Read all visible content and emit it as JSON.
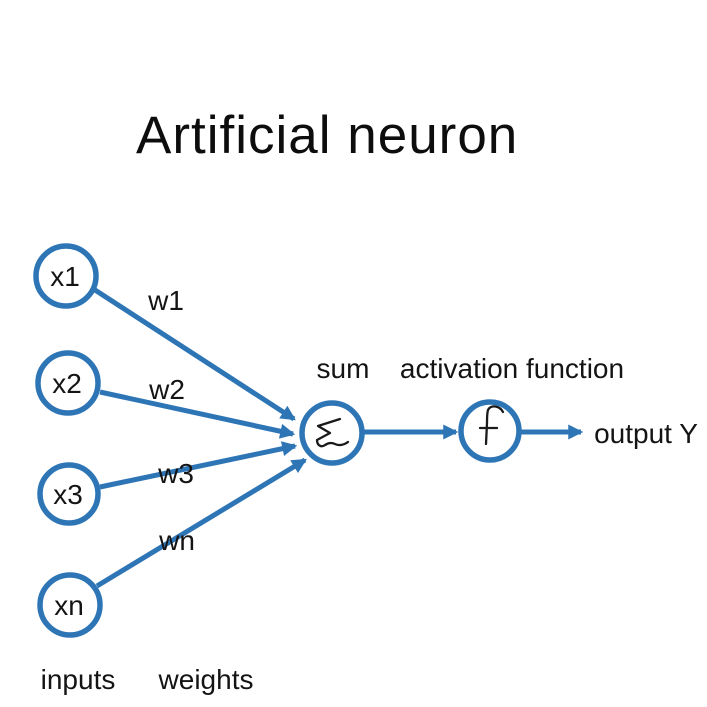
{
  "title": "Artificial neuron",
  "colors": {
    "accent": "#2e75b6",
    "ink": "#141414",
    "background": "#ffffff"
  },
  "nodes": {
    "inputs": [
      {
        "label": "x1"
      },
      {
        "label": "x2"
      },
      {
        "label": "x3"
      },
      {
        "label": "xn"
      }
    ],
    "sum": {
      "caption": "sum",
      "symbol": "sigma-icon"
    },
    "activation": {
      "caption": "activation function",
      "symbol": "f-icon"
    }
  },
  "weights": [
    "w1",
    "w2",
    "w3",
    "wn"
  ],
  "output_label": "output Y",
  "captions": {
    "inputs": "inputs",
    "weights": "weights"
  }
}
